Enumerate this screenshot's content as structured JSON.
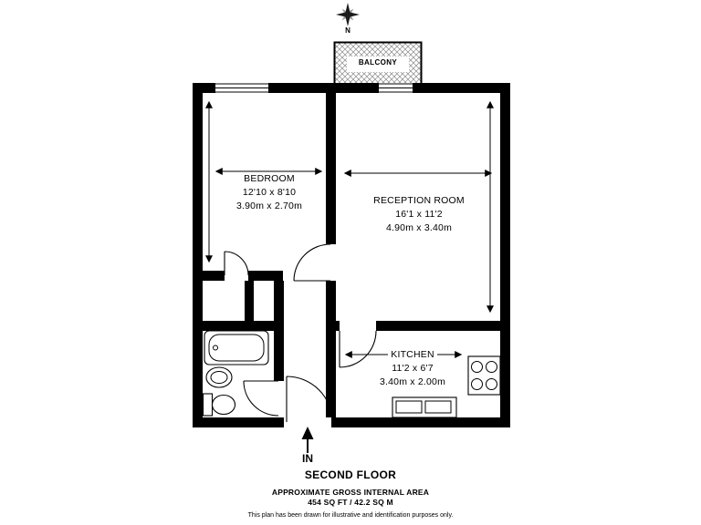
{
  "compass": {
    "label": "N"
  },
  "balcony": {
    "label": "BALCONY"
  },
  "rooms": {
    "bedroom": {
      "name": "BEDROOM",
      "imperial": "12'10 x 8'10",
      "metric": "3.90m x 2.70m"
    },
    "reception": {
      "name": "RECEPTION ROOM",
      "imperial": "16'1 x 11'2",
      "metric": "4.90m x 3.40m"
    },
    "kitchen": {
      "name": "KITCHEN",
      "imperial": "11'2 x 6'7",
      "metric": "3.40m x 2.00m"
    }
  },
  "entrance": {
    "label": "IN"
  },
  "footer": {
    "floor": "SECOND FLOOR",
    "area_title": "APPROXIMATE GROSS INTERNAL AREA",
    "area_value": "454 SQ FT / 42.2 SQ M",
    "disclaimer": "This plan has been drawn for illustrative and identification purposes only."
  },
  "colors": {
    "wall": "#000000",
    "background": "#ffffff",
    "hatch": "#8a8a8a",
    "compass_dark": "#1a1a1a",
    "compass_light": "#9a9a9a"
  }
}
